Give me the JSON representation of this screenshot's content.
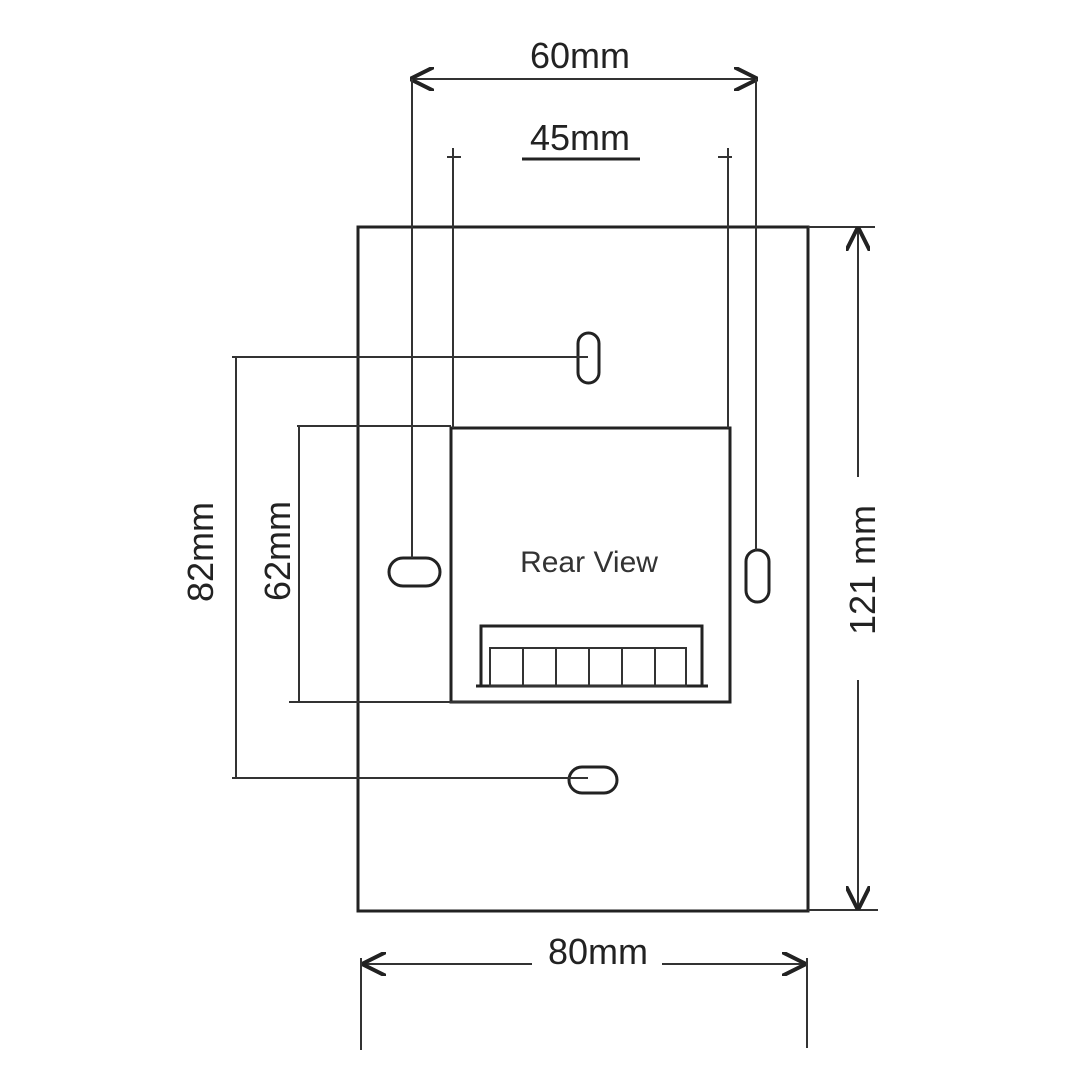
{
  "dimensions": {
    "outer_width": "80mm",
    "outer_height": "121 mm",
    "vertical_hole_pitch": "82mm",
    "box_height": "62mm",
    "horizontal_hole_pitch": "60mm",
    "box_width": "45mm"
  },
  "labels": {
    "rear_view": "Rear View"
  },
  "colors": {
    "line": "#222222",
    "background": "#ffffff"
  }
}
